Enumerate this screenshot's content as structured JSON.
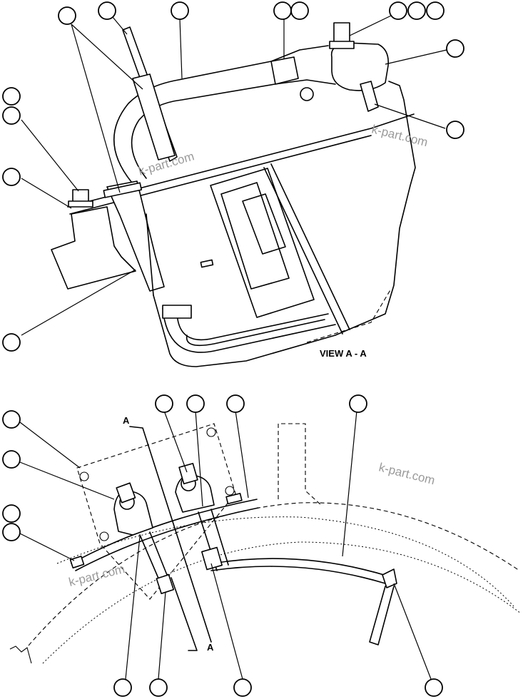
{
  "view_label": "VIEW A - A",
  "section_label_top": "A",
  "section_label_bottom": "A",
  "watermarks": [
    "k-part.com",
    "k-part.com",
    "k-part.com",
    "k-part.com"
  ],
  "colors": {
    "line": "#000000",
    "background": "#ffffff",
    "watermark": "#9a9a9a"
  }
}
